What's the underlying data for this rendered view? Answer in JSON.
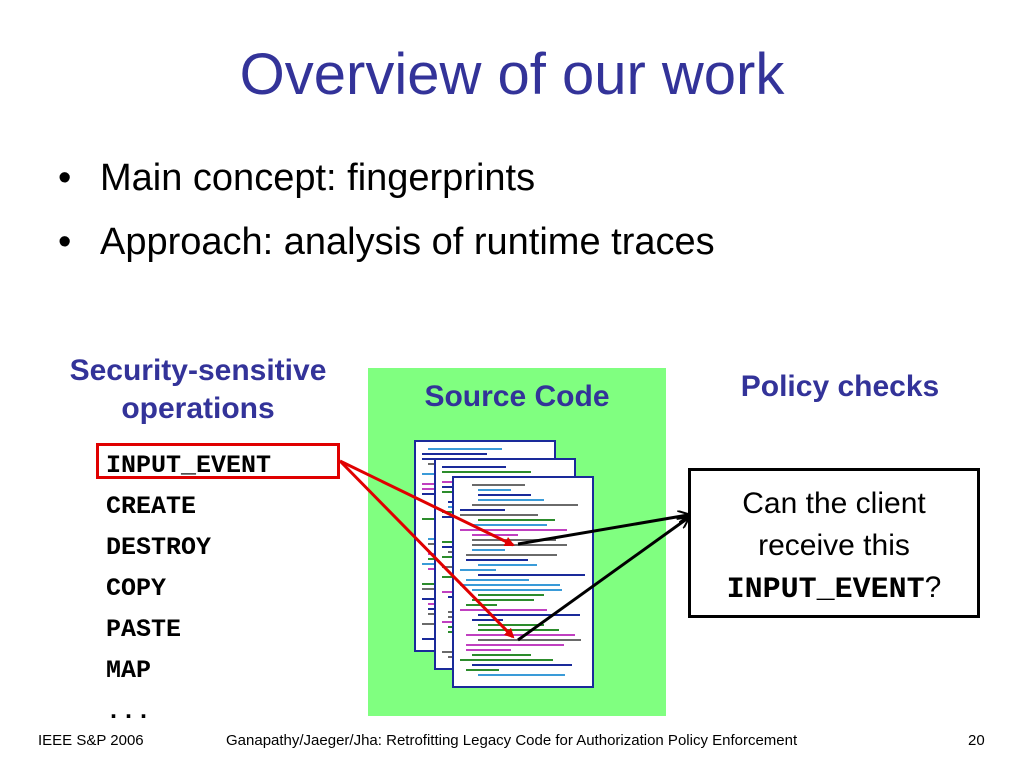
{
  "slide": {
    "title": "Overview of our work",
    "bullets": [
      "Main concept: fingerprints",
      "Approach: analysis of runtime traces"
    ]
  },
  "left_column": {
    "heading_line1": "Security-sensitive",
    "heading_line2": "operations",
    "operations": [
      "INPUT_EVENT",
      "CREATE",
      "DESTROY",
      "COPY",
      "PASTE",
      "MAP",
      "..."
    ]
  },
  "middle_column": {
    "heading": "Source Code",
    "panel_color": "#80ff80"
  },
  "right_column": {
    "heading": "Policy checks",
    "box_line1": "Can the client",
    "box_line2": "receive this",
    "box_mono": "INPUT_EVENT",
    "box_suffix": "?"
  },
  "footer": {
    "left": "IEEE S&P 2006",
    "center": "Ganapathy/Jaeger/Jha: Retrofitting Legacy Code for Authorization Policy Enforcement",
    "page_number": "20"
  },
  "colors": {
    "title": "#333399",
    "highlight": "#e00000",
    "arrow": "#e00000",
    "source_panel": "#80ff80"
  }
}
